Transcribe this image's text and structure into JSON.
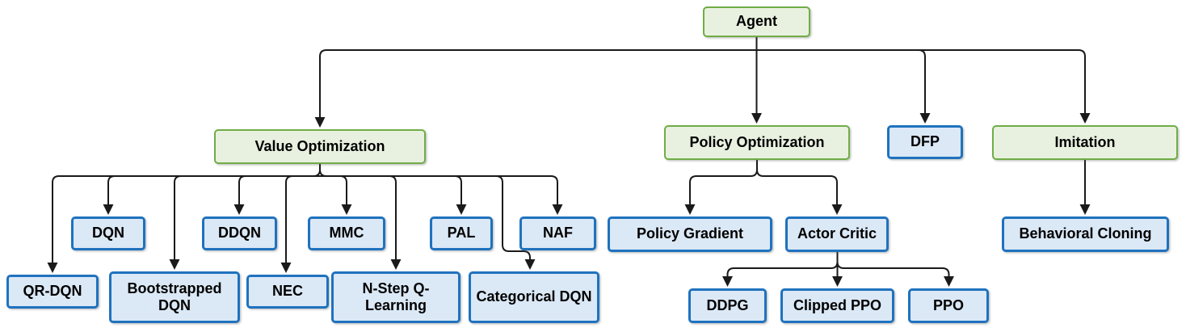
{
  "nodes": {
    "agent": {
      "label": "Agent",
      "type": "green"
    },
    "value_optimization": {
      "label": "Value Optimization",
      "type": "green"
    },
    "policy_optimization": {
      "label": "Policy Optimization",
      "type": "green"
    },
    "dfp": {
      "label": "DFP",
      "type": "blue"
    },
    "imitation": {
      "label": "Imitation",
      "type": "green"
    },
    "dqn": {
      "label": "DQN",
      "type": "blue"
    },
    "ddqn": {
      "label": "DDQN",
      "type": "blue"
    },
    "mmc": {
      "label": "MMC",
      "type": "blue"
    },
    "pal": {
      "label": "PAL",
      "type": "blue"
    },
    "naf": {
      "label": "NAF",
      "type": "blue"
    },
    "qr_dqn": {
      "label": "QR-DQN",
      "type": "blue"
    },
    "bootstrapped_dqn": {
      "label": "Bootstrapped DQN",
      "type": "blue"
    },
    "nec": {
      "label": "NEC",
      "type": "blue"
    },
    "n_step_q_learning": {
      "label": "N-Step Q-Learning",
      "type": "blue"
    },
    "categorical_dqn": {
      "label": "Categorical DQN",
      "type": "blue"
    },
    "policy_gradient": {
      "label": "Policy Gradient",
      "type": "blue"
    },
    "actor_critic": {
      "label": "Actor Critic",
      "type": "blue"
    },
    "ddpg": {
      "label": "DDPG",
      "type": "blue"
    },
    "clipped_ppo": {
      "label": "Clipped PPO",
      "type": "blue"
    },
    "ppo": {
      "label": "PPO",
      "type": "blue"
    },
    "behavioral_cloning": {
      "label": "Behavioral Cloning",
      "type": "blue"
    }
  },
  "edges": [
    {
      "from": "agent",
      "to": "value_optimization"
    },
    {
      "from": "agent",
      "to": "policy_optimization"
    },
    {
      "from": "agent",
      "to": "dfp"
    },
    {
      "from": "agent",
      "to": "imitation"
    },
    {
      "from": "value_optimization",
      "to": "qr_dqn"
    },
    {
      "from": "value_optimization",
      "to": "dqn"
    },
    {
      "from": "value_optimization",
      "to": "bootstrapped_dqn"
    },
    {
      "from": "value_optimization",
      "to": "ddqn"
    },
    {
      "from": "value_optimization",
      "to": "nec"
    },
    {
      "from": "value_optimization",
      "to": "mmc"
    },
    {
      "from": "value_optimization",
      "to": "n_step_q_learning"
    },
    {
      "from": "value_optimization",
      "to": "pal"
    },
    {
      "from": "value_optimization",
      "to": "categorical_dqn"
    },
    {
      "from": "value_optimization",
      "to": "naf"
    },
    {
      "from": "policy_optimization",
      "to": "policy_gradient"
    },
    {
      "from": "policy_optimization",
      "to": "actor_critic"
    },
    {
      "from": "actor_critic",
      "to": "ddpg"
    },
    {
      "from": "actor_critic",
      "to": "clipped_ppo"
    },
    {
      "from": "actor_critic",
      "to": "ppo"
    },
    {
      "from": "imitation",
      "to": "behavioral_cloning"
    }
  ],
  "colors": {
    "green_border": "#70ad47",
    "green_fill": "#e8f1df",
    "blue_border": "#1f72be",
    "blue_fill": "#dbe8f6",
    "line": "#1a1a1a",
    "text": "#000000",
    "background": "#ffffff"
  }
}
